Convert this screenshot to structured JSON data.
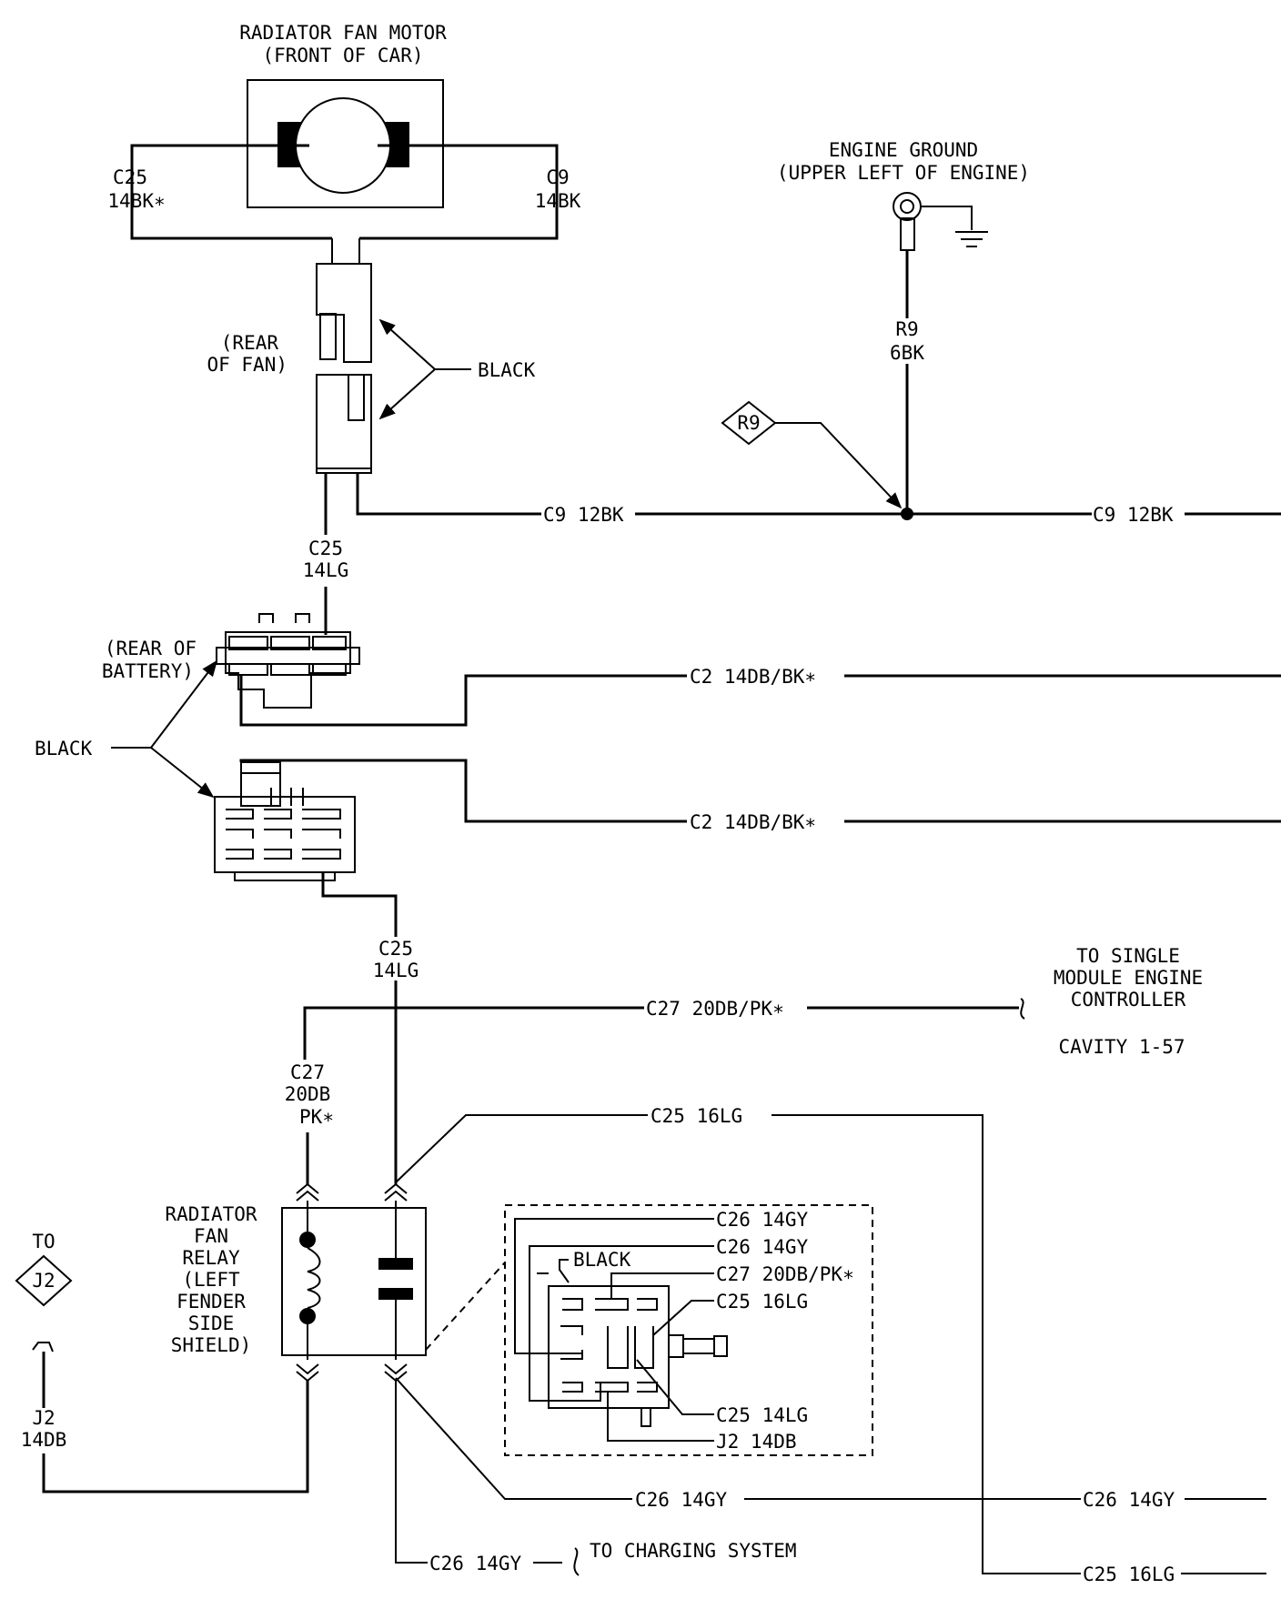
{
  "motor": {
    "title_1": "RADIATOR FAN MOTOR",
    "title_2": "(FRONT OF CAR)"
  },
  "motor_left_wire": {
    "circuit": "C25",
    "gauge": "14BK∗"
  },
  "motor_right_wire": {
    "circuit": "C9",
    "gauge": "14BK"
  },
  "rear_of_fan": {
    "line_1": "(REAR",
    "line_2": "OF FAN)"
  },
  "fan_connector_color": "BLACK",
  "ground": {
    "title_1": "ENGINE GROUND",
    "title_2": "(UPPER LEFT OF ENGINE)",
    "circuit": "R9",
    "gauge": "6BK",
    "splice_ref": "R9"
  },
  "c9_left_label": "C9 12BK",
  "c9_right_label": "C9 12BK",
  "fan_to_battery_wire": {
    "circuit": "C25",
    "gauge": "14LG"
  },
  "rear_of_battery": {
    "line_1": "(REAR OF",
    "line_2": "BATTERY)"
  },
  "battery_connector_color": "BLACK",
  "c2_upper_label": "C2 14DB/BK∗",
  "c2_lower_label": "C2 14DB/BK∗",
  "battery_to_relay_wire": {
    "circuit": "C25",
    "gauge": "14LG"
  },
  "c27_wire_label": "C27 20DB/PK∗",
  "smec": {
    "line_1": "TO SINGLE",
    "line_2": "MODULE ENGINE",
    "line_3": "CONTROLLER",
    "cavity": "CAVITY 1-57"
  },
  "c27_vertical": {
    "line_1": "C27",
    "line_2": "20DB",
    "line_3": "PK∗"
  },
  "c25_16lg_label": "C25 16LG",
  "relay": {
    "line_1": "RADIATOR",
    "line_2": "FAN",
    "line_3": "RELAY",
    "line_4": "(LEFT",
    "line_5": "FENDER",
    "line_6": "SIDE",
    "line_7": "SHIELD)"
  },
  "to_j2": {
    "to": "TO",
    "ref": "J2"
  },
  "j2_wire": {
    "circuit": "J2",
    "gauge": "14DB"
  },
  "relay_pinout": {
    "color": "BLACK",
    "pins": [
      "C26 14GY",
      "C26 14GY",
      "C27 20DB/PK∗",
      "C25 16LG",
      "C25 14LG",
      "J2 14DB"
    ]
  },
  "c26_middle_label": "C26 14GY",
  "c26_right_label": "C26 14GY",
  "c25_bottom_right_label": "C25 16LG",
  "c26_bottom_label": "C26 14GY",
  "to_charging": "TO CHARGING SYSTEM"
}
